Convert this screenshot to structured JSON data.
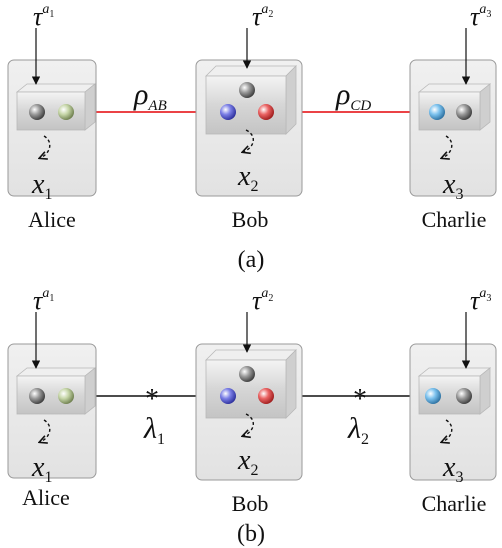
{
  "panels": [
    {
      "caption": "(a)",
      "parties": [
        {
          "name": "Alice",
          "tau_base": "τ",
          "tau_sup": "a",
          "tau_sub": "1",
          "x_base": "x",
          "x_sub": "1"
        },
        {
          "name": "Bob",
          "tau_base": "τ",
          "tau_sup": "a",
          "tau_sub": "2",
          "x_base": "x",
          "x_sub": "2"
        },
        {
          "name": "Charlie",
          "tau_base": "τ",
          "tau_sup": "a",
          "tau_sub": "3",
          "x_base": "x",
          "x_sub": "3"
        }
      ],
      "links": [
        {
          "base": "ρ",
          "sub": "AB"
        },
        {
          "base": "ρ",
          "sub": "CD"
        }
      ]
    },
    {
      "caption": "(b)",
      "parties": [
        {
          "name": "Alice",
          "tau_base": "τ",
          "tau_sup": "a",
          "tau_sub": "1",
          "x_base": "x",
          "x_sub": "1"
        },
        {
          "name": "Bob",
          "tau_base": "τ",
          "tau_sup": "a",
          "tau_sub": "2",
          "x_base": "x",
          "x_sub": "2"
        },
        {
          "name": "Charlie",
          "tau_base": "τ",
          "tau_sup": "a",
          "tau_sub": "3",
          "x_base": "x",
          "x_sub": "3"
        }
      ],
      "links": [
        {
          "base": "λ",
          "sub": "1",
          "star": "*"
        },
        {
          "base": "λ",
          "sub": "2",
          "star": "*"
        }
      ]
    }
  ],
  "colors": {
    "quantum_link": "#e8282b",
    "classical_link": "#111111",
    "party_panel": "#e9e9e9",
    "particle_gray": "#8a8a8a",
    "particle_green": "#b7c99a",
    "particle_blue": "#6f73d8",
    "particle_red": "#e05050",
    "particle_cyan": "#72b8e8"
  }
}
